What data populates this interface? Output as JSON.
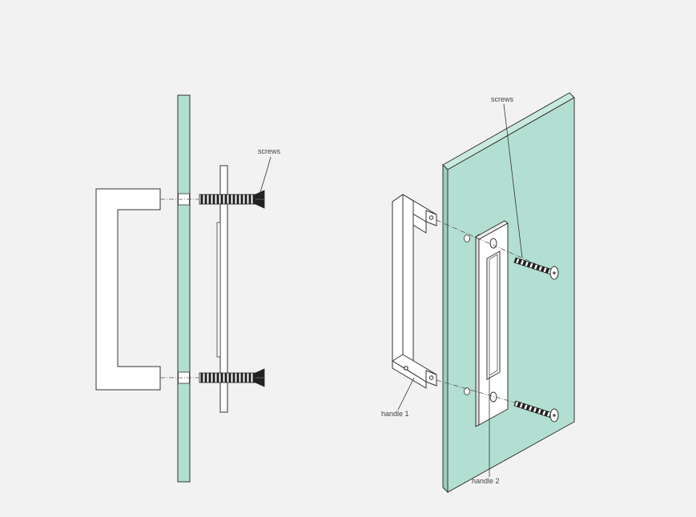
{
  "labels": {
    "side_screws": "screws",
    "iso_screws": "screws",
    "handle_1": "handle 1",
    "handle_2": "handle 2"
  },
  "colors": {
    "glass": "#b3dfd2",
    "glass_dark": "#9ccdbd",
    "glass_side": "#c8e9df",
    "line": "#333333",
    "background": "#f2f2f2"
  }
}
